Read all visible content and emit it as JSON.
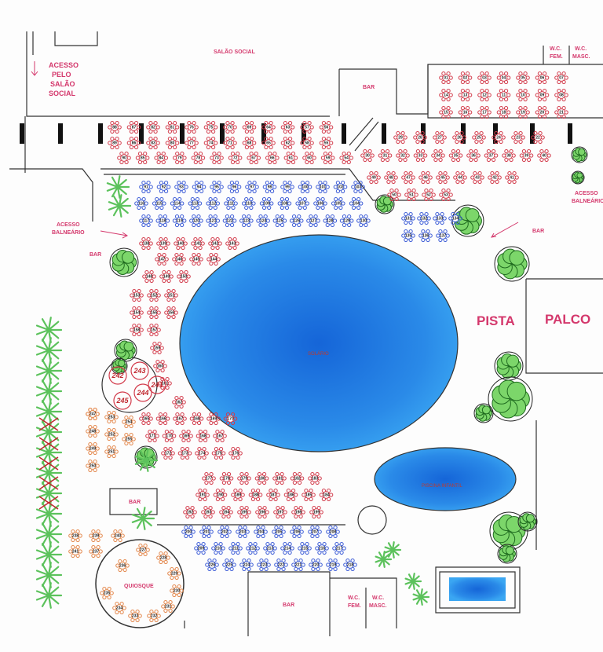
{
  "labels": {
    "salao_social": "SALÃO SOCIAL",
    "acesso_salao_l1": "ACESSO",
    "acesso_salao_l2": "PELO",
    "acesso_salao_l3": "SALÃO",
    "acesso_salao_l4": "SOCIAL",
    "wc_fem_top_l1": "W.C.",
    "wc_fem_top_l2": "FEM.",
    "wc_masc_top_l1": "W.C.",
    "wc_masc_top_l2": "MASC.",
    "bar_top": "BAR",
    "acesso_balneario_left_l1": "ACESSO",
    "acesso_balneario_left_l2": "BALNEÁRIO",
    "acesso_balneario_right_l1": "ACESSO",
    "acesso_balneario_right_l2": "BALNEÁRIO",
    "bar_left": "BAR",
    "bar_right": "BAR",
    "pista": "PISTA",
    "palco": "PALCO",
    "pool_main": "SOLÁRIO",
    "pool_kids": "PISCINA INFANTIL",
    "bar_mid_left": "BAR",
    "bar_bottom": "BAR",
    "quiosque": "QUIOSQUE",
    "wc_fem_bottom_l1": "W.C.",
    "wc_fem_bottom_l2": "FEM.",
    "wc_masc_bottom_l1": "W.C.",
    "wc_masc_bottom_l2": "MASC."
  },
  "colors": {
    "label_pink": "#d4386c",
    "table_red": "#d23a4a",
    "table_blue": "#3b5bd6",
    "table_orange": "#e3864a",
    "pool_blue": "#1f7fe0",
    "tree_green": "#7cd66a",
    "palm_green": "#5cc25c"
  },
  "tables": {
    "top_right_block_row1": [
      "01",
      "02",
      "03",
      "04",
      "05",
      "06",
      "07"
    ],
    "top_right_block_row2": [
      "14",
      "13",
      "12",
      "11",
      "10",
      "09",
      "08"
    ],
    "top_right_block_row3": [
      "15",
      "16",
      "17",
      "18",
      "19",
      "20",
      "21"
    ],
    "front_row_top": [
      "88",
      "87",
      "82",
      "81",
      "76",
      "75",
      "70",
      "69",
      "64",
      "63",
      "57",
      "56"
    ],
    "front_row_mid": [
      "89",
      "86",
      "83",
      "80",
      "77",
      "74",
      "71",
      "68",
      "65",
      "62",
      "58",
      "55"
    ],
    "front_row_low": [
      "90",
      "85",
      "84",
      "79",
      "78",
      "73",
      "72",
      "67",
      "66",
      "61",
      "60",
      "59",
      "54"
    ],
    "right_row_a": [
      "29",
      "28",
      "27",
      "26",
      "25",
      "24",
      "23",
      "22"
    ],
    "right_row_b": [
      "30",
      "31",
      "32",
      "33",
      "34",
      "35",
      "36",
      "37",
      "38",
      "39",
      "40"
    ],
    "right_row_c": [
      "49",
      "48",
      "47",
      "46",
      "45",
      "44",
      "43",
      "42",
      "41"
    ],
    "right_row_d": [
      "50",
      "51",
      "52",
      "53"
    ],
    "blue_row1": [
      "91",
      "92",
      "93",
      "94",
      "95",
      "96",
      "97",
      "98",
      "99",
      "100",
      "101",
      "102",
      "103"
    ],
    "blue_row2": [
      "116",
      "115",
      "114",
      "113",
      "112",
      "111",
      "110",
      "109",
      "108",
      "107",
      "106",
      "105",
      "104"
    ],
    "blue_row3": [
      "117",
      "118",
      "119",
      "120",
      "121",
      "122",
      "123",
      "124",
      "125",
      "126",
      "127",
      "128",
      "129",
      "130"
    ],
    "blue_right": [
      "131",
      "132",
      "133",
      "134",
      "135",
      "136",
      "137"
    ],
    "left_pool_rows": [
      [
        "138",
        "139",
        "140",
        "141",
        "142",
        "143"
      ],
      [
        "147",
        "146",
        "145",
        "144"
      ],
      [
        "148",
        "149",
        "150"
      ],
      [
        "153",
        "152",
        "151"
      ],
      [
        "154",
        "155",
        "156"
      ],
      [
        "158",
        "157"
      ],
      [
        "159"
      ],
      [
        "160"
      ],
      [
        "161"
      ],
      [
        "162"
      ]
    ],
    "pool_bottom_rows": [
      [
        "165",
        "166",
        "167",
        "168",
        "169",
        "170"
      ],
      [
        "171",
        "170",
        "169",
        "168",
        "167"
      ],
      [
        "172",
        "173",
        "174",
        "175",
        "176"
      ]
    ],
    "circle_handwritten": [
      "242",
      "243",
      "241",
      "244",
      "245"
    ],
    "left_orange_col1": [
      "247",
      "248",
      "249",
      "250"
    ],
    "left_orange_col2": [
      "253",
      "252",
      "251"
    ],
    "left_orange_col3": [
      "254",
      "255"
    ],
    "lower_red_rows": [
      [
        "177",
        "178",
        "179",
        "180",
        "181",
        "182",
        "183"
      ],
      [
        "191",
        "190",
        "189",
        "188",
        "187",
        "186",
        "185",
        "184"
      ],
      [
        "192",
        "193",
        "194",
        "195",
        "196",
        "197",
        "198",
        "199"
      ]
    ],
    "lower_blue_rows": [
      [
        "200",
        "201",
        "202",
        "203",
        "204",
        "205",
        "206",
        "207",
        "208"
      ],
      [
        "209",
        "210",
        "211",
        "212",
        "213",
        "214",
        "215",
        "216",
        "217"
      ],
      [
        "226",
        "225",
        "224",
        "223",
        "222",
        "221",
        "220",
        "219",
        "218"
      ]
    ],
    "quiosque_tables": [
      "236",
      "227",
      "228",
      "229",
      "230",
      "231",
      "232",
      "233",
      "234",
      "235"
    ],
    "left_bottom": [
      "238",
      "239",
      "240",
      "241",
      "237"
    ]
  }
}
